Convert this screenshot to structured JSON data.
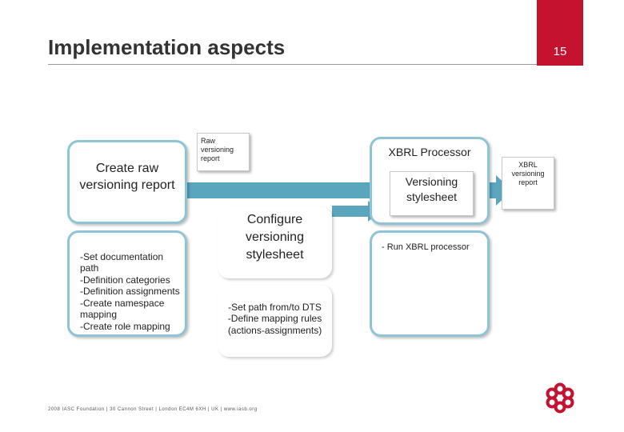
{
  "slide": {
    "title": "Implementation aspects",
    "page_number": "15",
    "accent_color": "#c4122f",
    "box_border_color": "#8fc4d6",
    "arrow_color": "#5aa6bf"
  },
  "left_column": {
    "top_box_text": "Create raw versioning report",
    "bottom_box_text": "-Set documentation path\n-Definition categories\n-Definition assignments\n-Create namespace mapping\n-Create role mapping"
  },
  "middle_column": {
    "doc_text": "Raw versioning report",
    "top_box_text": "Configure versioning stylesheet",
    "bottom_box_text": "-Set path from/to DTS\n-Define mapping rules (actions-assignments)"
  },
  "right_column": {
    "processor_title": "XBRL Processor",
    "stylesheet_doc_text": "Versioning stylesheet",
    "bottom_box_text": "- Run XBRL processor",
    "output_doc_text": "XBRL versioning report"
  },
  "footer": {
    "text": "2008 IASC Foundation | 30 Cannon Street | London EC4M 6XH | UK | www.iasb.org",
    "logo_icon": "iasb-flower-logo-icon"
  }
}
